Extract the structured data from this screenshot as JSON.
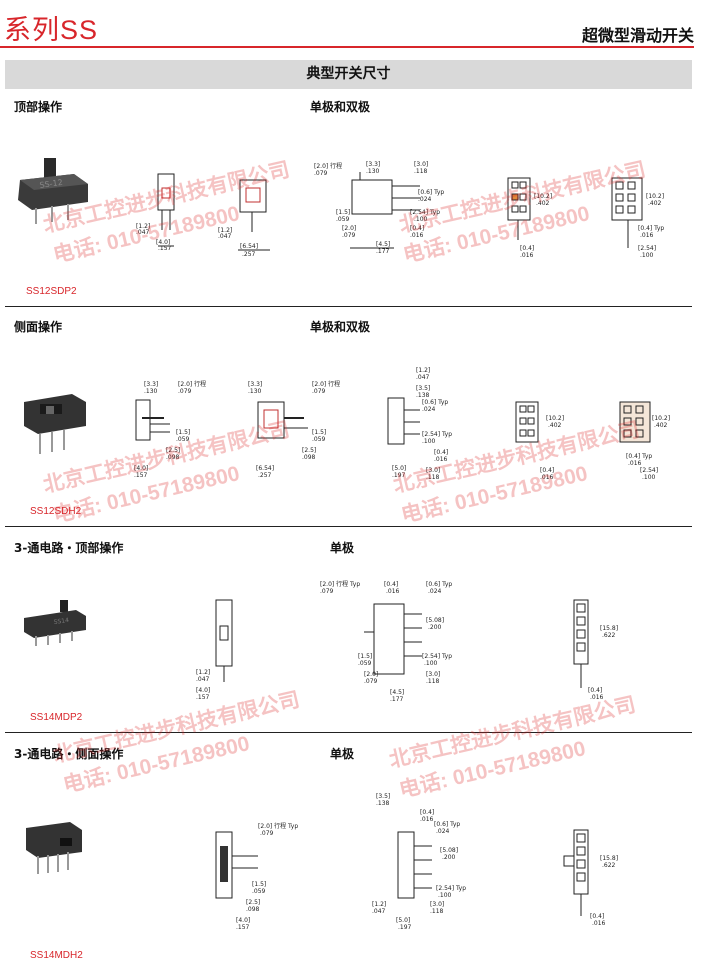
{
  "header": {
    "series": "系列SS",
    "subtitle": "超微型滑动开关"
  },
  "banner": "典型开关尺寸",
  "sections": [
    {
      "label": "顶部操作",
      "pole_label": "单极和双极",
      "part": "SS12SDP2"
    },
    {
      "label": "侧面操作",
      "pole_label": "单极和双极",
      "part": "SS12SDH2"
    },
    {
      "label": "3-通电路・顶部操作",
      "pole_label": "单极",
      "part": "SS14MDP2"
    },
    {
      "label": "3-通电路・侧面操作",
      "pole_label": "单极",
      "part": "SS14MDH2"
    }
  ],
  "watermark": {
    "line1": "北京工控进步科技有限公司",
    "line2": "电话: 010-57189800"
  },
  "dims": {
    "d1_2": "[1.2]",
    "v047": ".047",
    "d4_0": "[4.0]",
    "v157": ".157",
    "d6_54": "[6.54]",
    "v257": ".257",
    "d2_0_stroke": "[2.0] 行程",
    "v079": ".079",
    "d2_0_stroke_typ": "[2.0] 行程 Typ",
    "d3_3": "[3.3]",
    "v130": ".130",
    "d3_0": "[3.0]",
    "v118": ".118",
    "d0_6_typ": "[0.6] Typ",
    "v024": ".024",
    "d2_54_typ": "[2.54] Typ",
    "v100": ".100",
    "d0_4": "[0.4]",
    "v016": ".016",
    "d0_4_typ": "[0.4] Typ",
    "d1_5": "[1.5]",
    "v059": ".059",
    "d2_0": "[2.0]",
    "d4_5": "[4.5]",
    "v177": ".177",
    "d10_2": "[10.2]",
    "v402": ".402",
    "d2_54": "[2.54]",
    "d2_5": "[2.5]",
    "v098": ".098",
    "d3_5": "[3.5]",
    "v138": ".138",
    "d5_0": "[5.0]",
    "v197": ".197",
    "d5_08": "[5.08]",
    "v200": ".200",
    "d15_8": "[15.8]",
    "v622": ".622"
  }
}
